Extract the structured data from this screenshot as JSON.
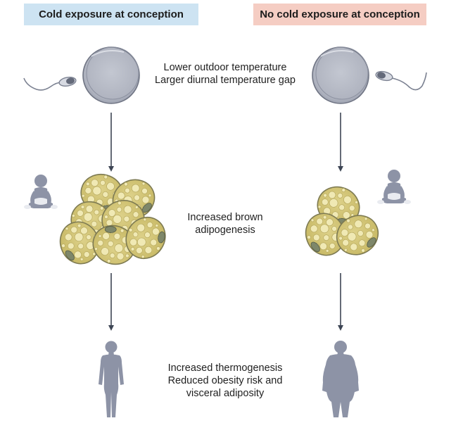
{
  "colors": {
    "cold_banner": "#cde3f2",
    "no_cold_banner": "#f5cdc3",
    "silhouette": "#8d93a6",
    "fat_cell": "#d6c97a",
    "arrow": "#3d4554"
  },
  "headers": {
    "cold": "Cold exposure at conception",
    "no_cold": "No cold exposure at conception"
  },
  "stage1": {
    "lines": [
      "Lower outdoor temperature",
      "Larger diurnal temperature gap"
    ],
    "icons": [
      "sperm-icon",
      "egg-cell-icon"
    ]
  },
  "stage2": {
    "lines": [
      "Increased brown",
      "adipogenesis"
    ],
    "icons": [
      "infant-icon",
      "brown-adipocyte-cluster-icon"
    ]
  },
  "stage3": {
    "lines": [
      "Increased thermogenesis",
      "Reduced obesity risk and",
      "visceral adiposity"
    ],
    "icons": [
      "lean-adult-icon",
      "obese-adult-icon"
    ]
  }
}
